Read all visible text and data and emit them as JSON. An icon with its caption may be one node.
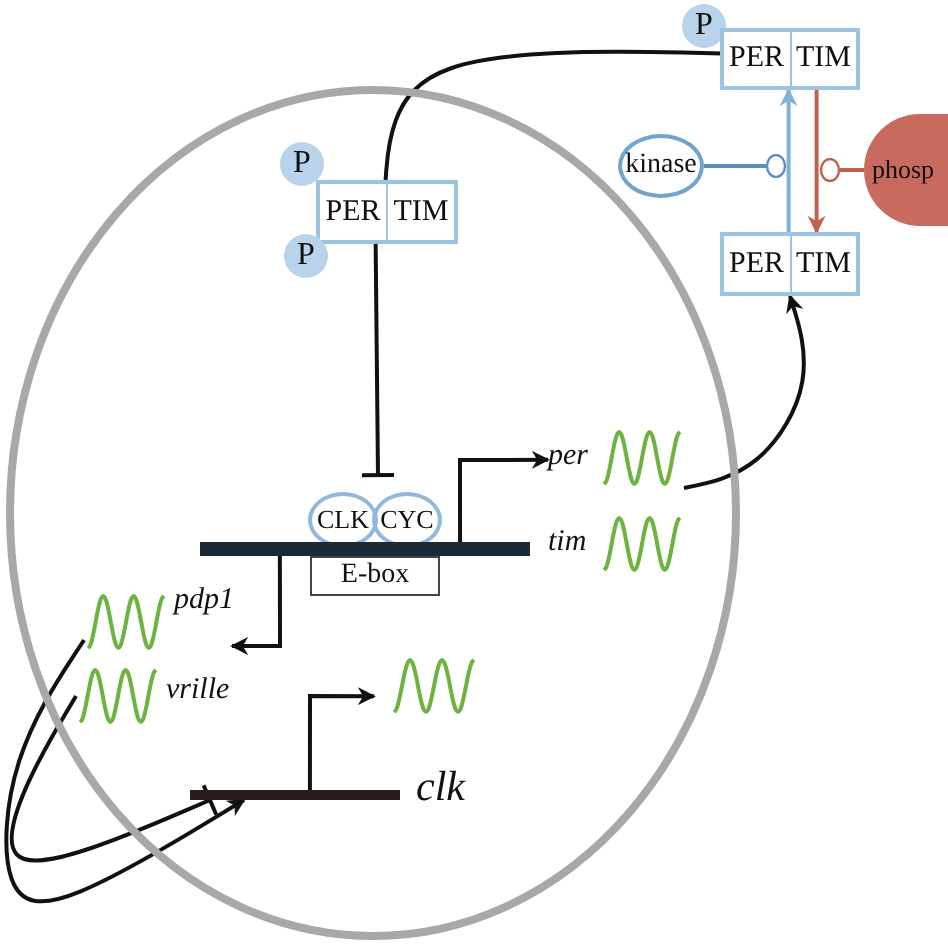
{
  "diagram": {
    "nodes": [
      {
        "text": [],
        "shape": "circle"
      },
      {
        "text": [
          "P"
        ]
      },
      {
        "text": [
          "PER",
          "TIM"
        ]
      },
      {
        "text": [
          "P"
        ],
        "in": 0
      },
      {
        "text": [
          "PER",
          "TIM"
        ],
        "in": 0
      },
      {
        "text": [
          "P"
        ],
        "in": 0
      },
      {
        "text": [
          "kinase"
        ]
      },
      {
        "text": [
          "phosp"
        ]
      },
      {
        "text": [
          "PER",
          "TIM"
        ]
      },
      {
        "text": [
          "CLK"
        ],
        "in": 0
      },
      {
        "text": [
          "CYC"
        ],
        "in": 0
      },
      {
        "text": [],
        "shape": "bar",
        "in": 0
      },
      {
        "text": [
          "E-box"
        ],
        "in": 0
      },
      {
        "text": [
          "per"
        ],
        "in": 0
      },
      {
        "text": [
          "tim"
        ],
        "in": 0
      },
      {
        "text": [
          "pdp1"
        ],
        "in": 0
      },
      {
        "text": [
          "vrille"
        ],
        "in": 0
      },
      {
        "text": [],
        "shape": "wave",
        "in": 0
      },
      {
        "text": [],
        "shape": "bar",
        "in": 0,
        "beside": [
          "clk"
        ]
      }
    ],
    "edges": [
      {
        "from": 2,
        "to": 4,
        "arrow": "none"
      },
      {
        "from": 4,
        "to": 9,
        "arrow": "other"
      },
      {
        "from": 8,
        "to": 2,
        "arrow": "to",
        "color": "#7fb2d6"
      },
      {
        "from": 2,
        "to": 8,
        "arrow": "to",
        "color": "#c0604f"
      },
      {
        "from": 6,
        "to": null,
        "arrow": "other",
        "color": "#5b8fc2"
      },
      {
        "from": 7,
        "to": null,
        "arrow": "other",
        "color": "#c0604f"
      },
      {
        "from": 13,
        "to": 8,
        "arrow": "to"
      },
      {
        "from": 11,
        "to": 13,
        "arrow": "to"
      },
      {
        "from": 11,
        "to": 15,
        "arrow": "to"
      },
      {
        "from": 15,
        "to": 18,
        "arrow": "to"
      },
      {
        "from": 16,
        "to": 18,
        "arrow": "other"
      },
      {
        "from": 18,
        "to": 17,
        "arrow": "to"
      }
    ]
  }
}
